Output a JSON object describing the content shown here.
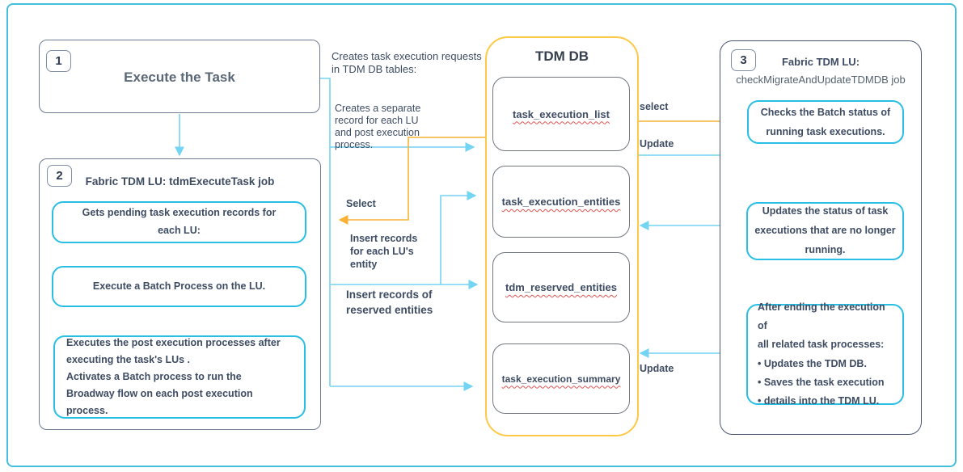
{
  "step1": {
    "badge": "1",
    "title": "Execute the Task"
  },
  "step2": {
    "badge": "2",
    "title": "Fabric TDM LU: tdmExecuteTask job",
    "box1": "Gets pending task execution records for each LU:",
    "box2": "Execute a Batch Process on the LU.",
    "box3_lines": [
      "Executes the post execution processes after",
      "executing the task's LUs .",
      "Activates a Batch process to run the",
      "Broadway flow on each post execution process."
    ]
  },
  "middle_notes": {
    "creates_requests": "Creates task execution requests in TDM DB tables:",
    "creates_record": "Creates a separate record for each LU and post execution process.",
    "select": "Select",
    "insert_lu": "Insert records for each LU's entity",
    "insert_reserved": "Insert records of reserved entities"
  },
  "tdmdb": {
    "title": "TDM DB",
    "tables": [
      "task_execution_list",
      "task_execution_entities",
      "tdm_reserved_entities",
      "task_execution_summary"
    ]
  },
  "edge_labels": {
    "select_right": "select",
    "update_top": "Update",
    "update_bottom": "Update"
  },
  "step3": {
    "badge": "3",
    "title_bold": "Fabric TDM LU:",
    "title_sub": "checkMigrateAndUpdateTDMDB job",
    "box1": "Checks the Batch status of running task executions.",
    "box2": "Updates the status of task executions that are no longer running.",
    "box3_lines": [
      "After ending the execution of",
      "all related task processes:",
      "• Updates the TDM DB.",
      "• Saves the task execution",
      "• details into the TDM LU."
    ]
  },
  "colors": {
    "accent_cyan": "#29BFE4",
    "connector_cyan": "#74D4F3",
    "connector_orange": "#F9B234",
    "container_orange": "#FFC845",
    "slate_border": "#6F7B93",
    "navy_border": "#4A5670",
    "text": "#3E4C63",
    "squiggle_red": "#E05353",
    "frame": "#45BFDD"
  }
}
